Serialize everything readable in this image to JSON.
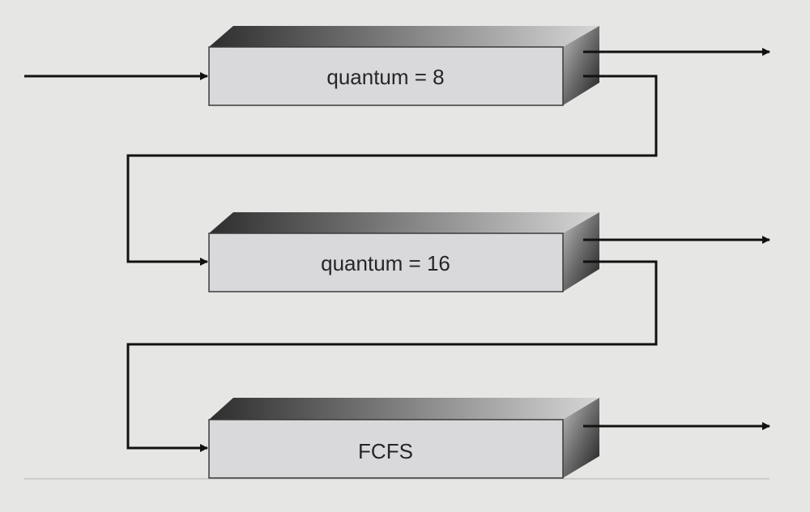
{
  "diagram": {
    "queues": [
      {
        "label": "quantum = 8"
      },
      {
        "label": "quantum = 16"
      },
      {
        "label": "FCFS"
      }
    ],
    "colors": {
      "background": "#e6e6e4",
      "box_front": "#d9d9dc",
      "box_outline": "#3a3a3a",
      "line": "#111111",
      "top_face_dark": "#2e2e2e",
      "top_face_light": "#d6d6d6",
      "side_face_light": "#bdbdbd",
      "side_face_dark": "#1e1e1e"
    }
  }
}
